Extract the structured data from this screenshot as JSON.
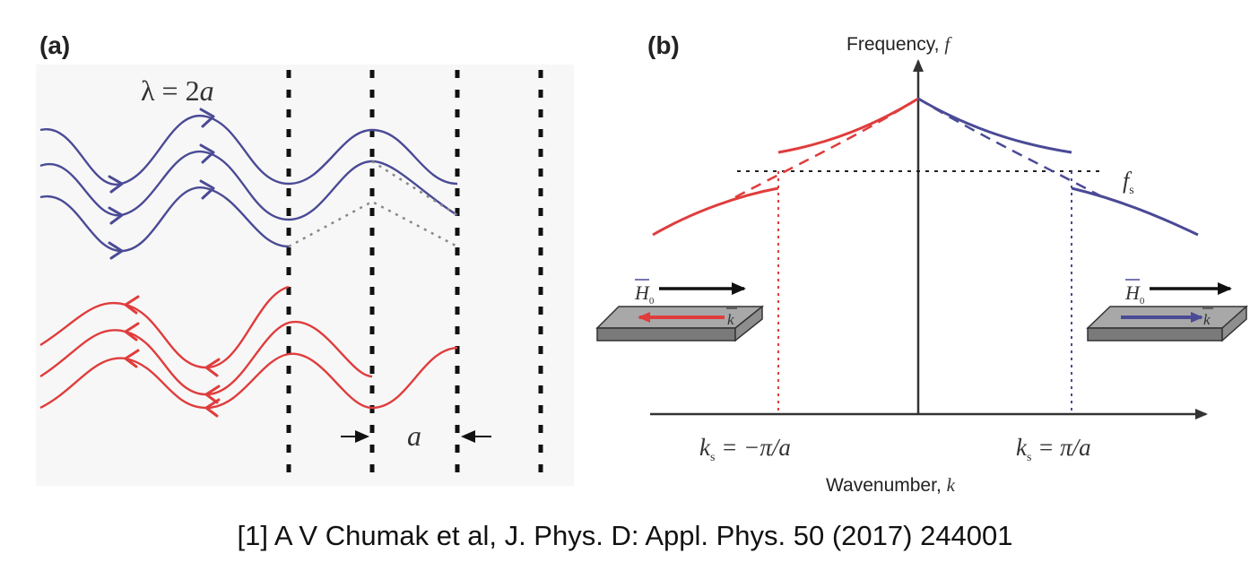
{
  "panel_a": {
    "label": "(a)",
    "wavelength": {
      "lambda": "λ",
      "eq": " = 2",
      "a": "a"
    },
    "spacing_label": "a",
    "arrow_left": "→",
    "arrow_right": "←"
  },
  "panel_b": {
    "label": "(b)",
    "y_axis": {
      "text": "Frequency, ",
      "var": "f"
    },
    "x_axis": {
      "text": "Wavenumber, ",
      "var": "k"
    },
    "fs": {
      "f": "f",
      "sub": "s"
    },
    "k_neg": {
      "k": "k",
      "sub": "s",
      "eq": " = −π/a"
    },
    "k_pos": {
      "k": "k",
      "sub": "s",
      "eq": " = π/a"
    },
    "field_left": {
      "H": "H",
      "sub": "0",
      "k": "k"
    },
    "field_right": {
      "H": "H",
      "sub": "0",
      "k": "k"
    }
  },
  "colors": {
    "blue": "#4a4a96",
    "red": "#e03c3c",
    "axis": "#333333",
    "strip_top": "#a8a8a8",
    "strip_side": "#7a7a7a"
  },
  "citation": "[1] A V Chumak et al, J. Phys. D: Appl. Phys. 50 (2017) 244001"
}
